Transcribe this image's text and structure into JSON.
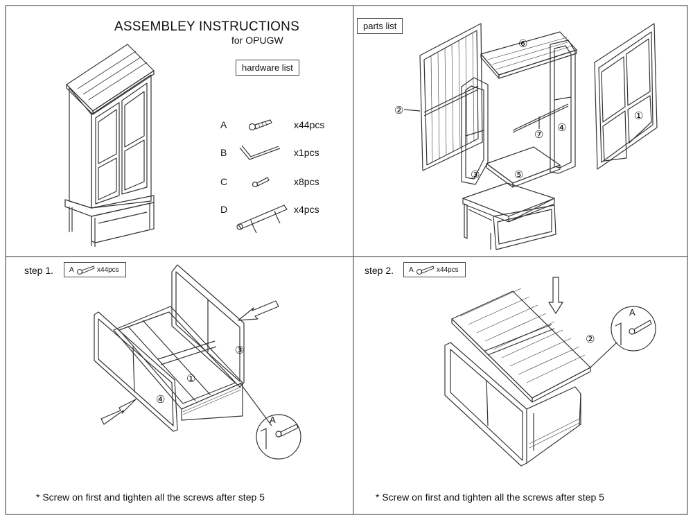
{
  "header": {
    "title": "ASSEMBLEY INSTRUCTIONS",
    "subtitle": "for OPUGW"
  },
  "hardware": {
    "label": "hardware list",
    "items": [
      {
        "letter": "A",
        "qty": "x44pcs",
        "icon": "long-screw-icon"
      },
      {
        "letter": "B",
        "qty": "x1pcs",
        "icon": "allen-key-icon"
      },
      {
        "letter": "C",
        "qty": "x8pcs",
        "icon": "short-screw-icon"
      },
      {
        "letter": "D",
        "qty": "x4pcs",
        "icon": "handle-bar-icon"
      }
    ]
  },
  "parts": {
    "label": "parts list",
    "numbers": [
      "⑥",
      "②",
      "③",
      "⑤",
      "⑦",
      "④",
      "①"
    ]
  },
  "step1": {
    "label": "step 1.",
    "badge_letter": "A",
    "badge_qty": "x44pcs",
    "panel_numbers": [
      "③",
      "①",
      "④"
    ],
    "callout_letter": "A",
    "note": "* Screw on first and tighten all the screws after step 5"
  },
  "step2": {
    "label": "step 2.",
    "badge_letter": "A",
    "badge_qty": "x44pcs",
    "panel_numbers": [
      "②"
    ],
    "callout_letter": "A",
    "note": "* Screw on first and tighten all the screws after step 5"
  },
  "colors": {
    "line": "#333333",
    "frame": "#555555"
  }
}
